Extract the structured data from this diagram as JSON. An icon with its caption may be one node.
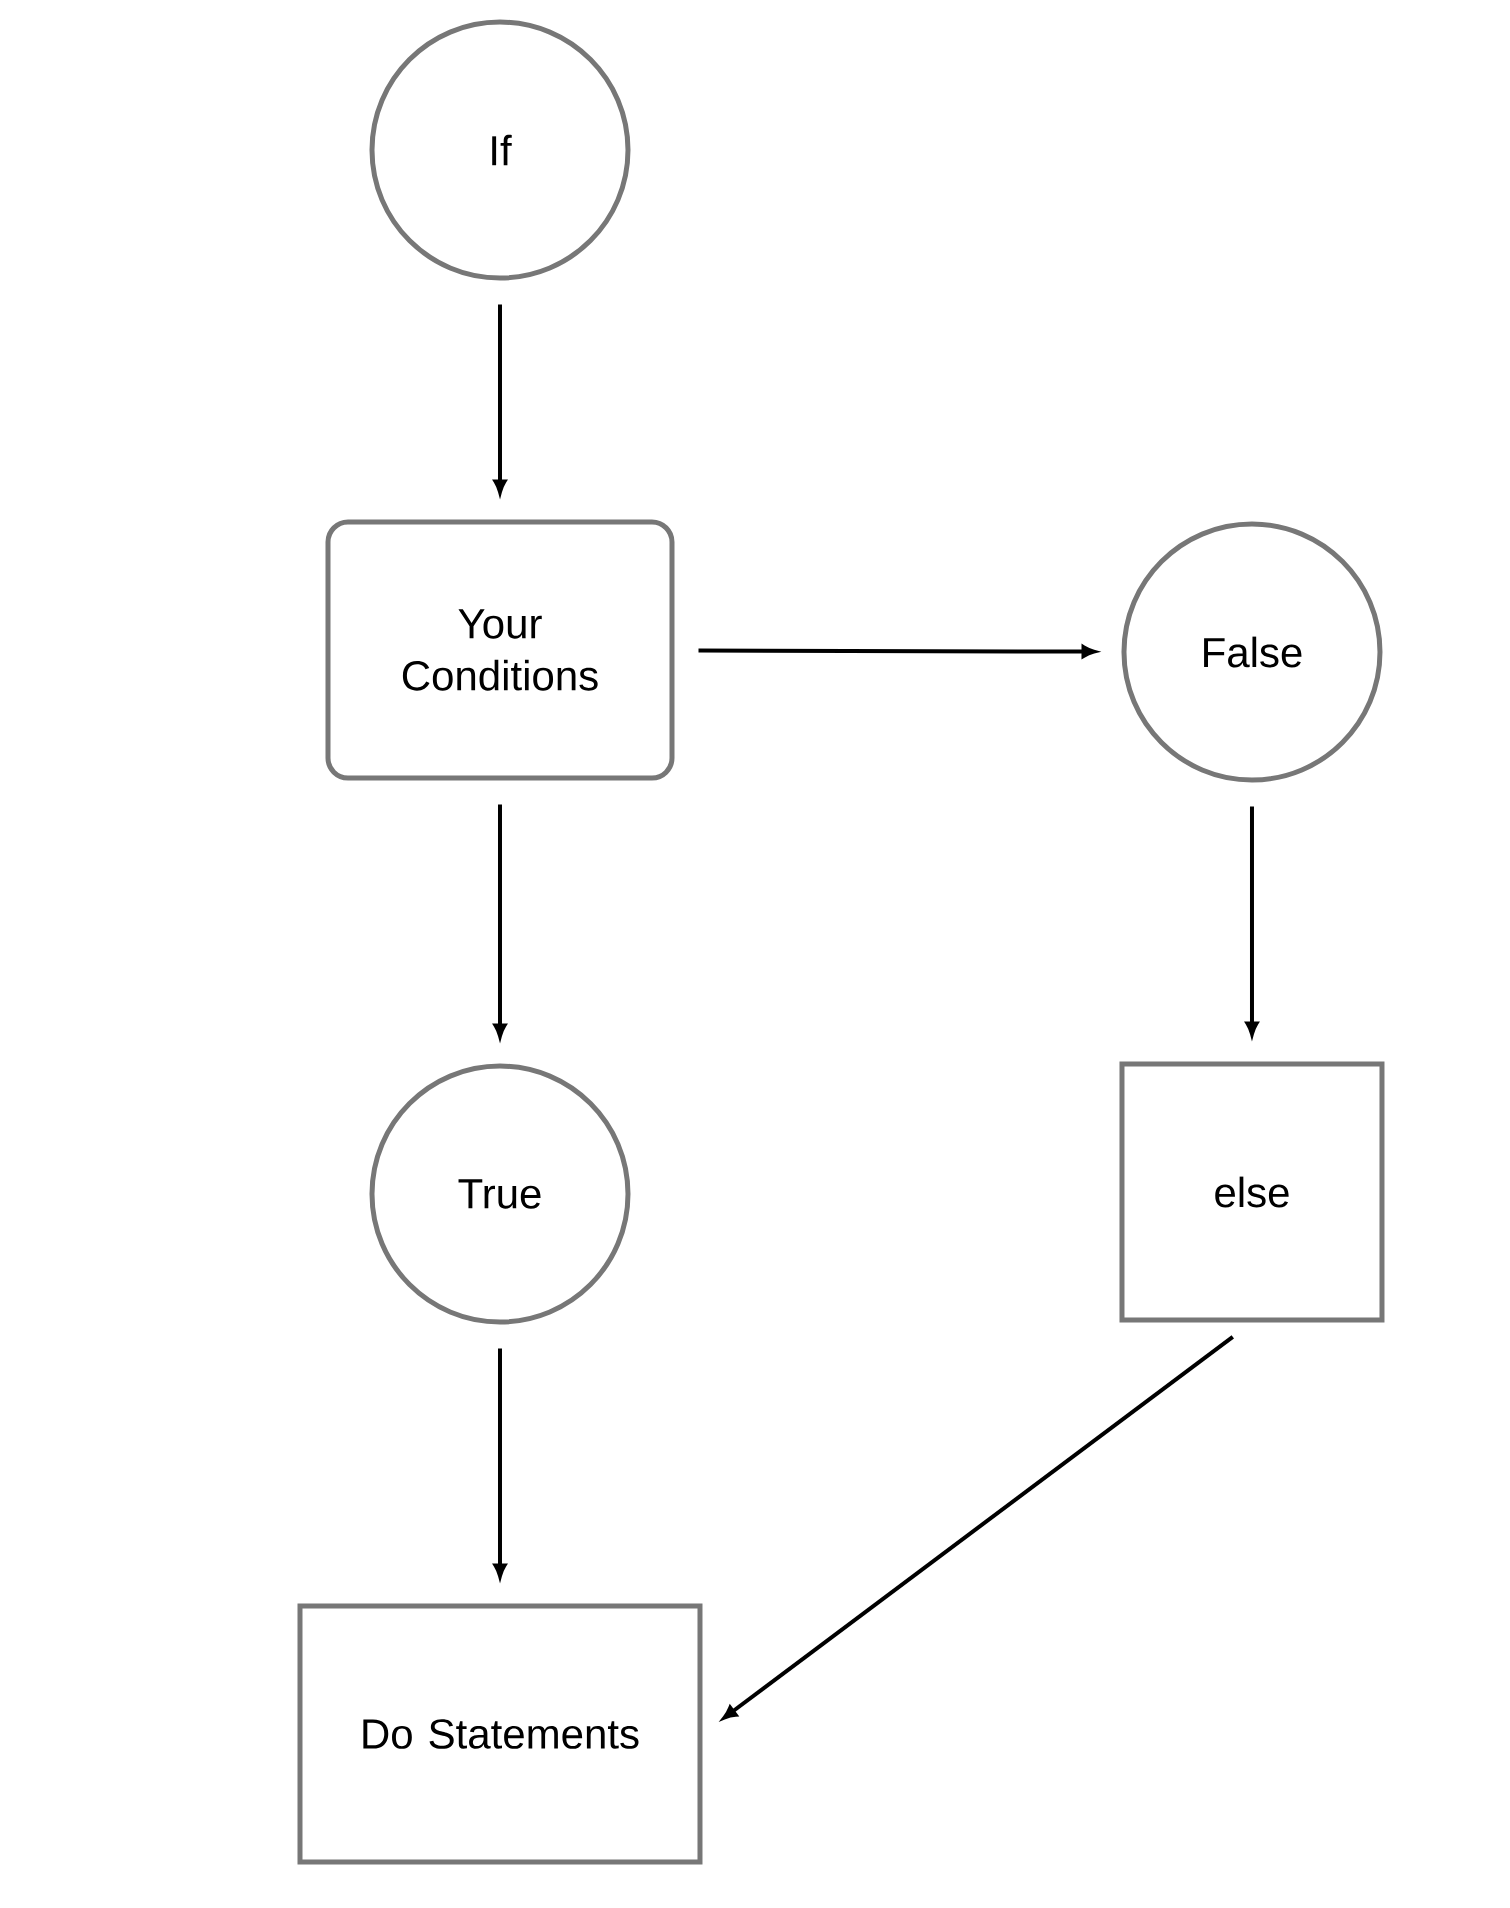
{
  "diagram": {
    "nodes": [
      {
        "text": [
          "If"
        ]
      },
      {
        "text": [
          "Your Conditions"
        ]
      },
      {
        "text": [
          "False"
        ]
      },
      {
        "text": [
          "True"
        ]
      },
      {
        "text": [
          "else"
        ]
      },
      {
        "text": [
          "Do Statements"
        ]
      }
    ],
    "edges": [
      {
        "from": 0,
        "to": 1,
        "arrow": "to"
      },
      {
        "from": 1,
        "to": 2,
        "arrow": "to"
      },
      {
        "from": 1,
        "to": 3,
        "arrow": "to"
      },
      {
        "from": 2,
        "to": 4,
        "arrow": "to"
      },
      {
        "from": 3,
        "to": 5,
        "arrow": "to"
      },
      {
        "from": 4,
        "to": 5,
        "arrow": "to"
      }
    ]
  }
}
